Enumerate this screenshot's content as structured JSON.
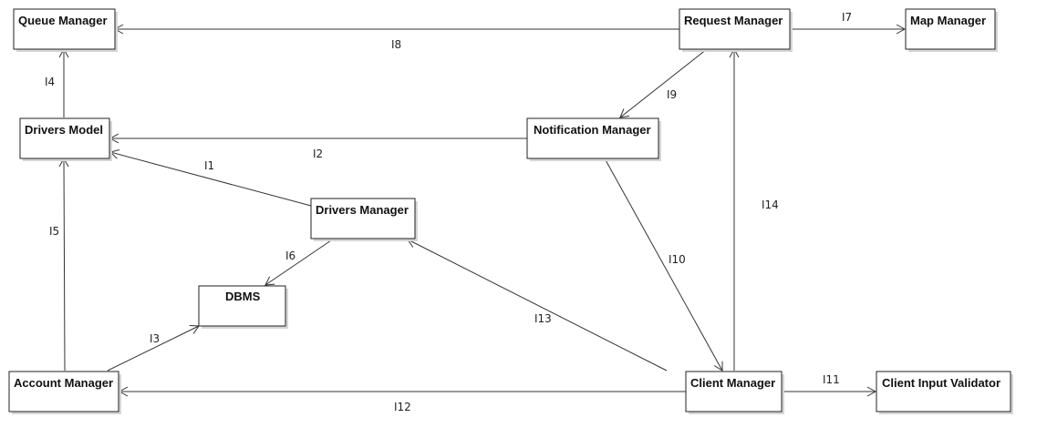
{
  "components": {
    "queue_manager": "Queue Manager",
    "request_manager": "Request Manager",
    "map_manager": "Map Manager",
    "drivers_model": "Drivers Model",
    "notification_manager": "Notification Manager",
    "drivers_manager": "Drivers Manager",
    "dbms": "DBMS",
    "account_manager": "Account Manager",
    "client_manager": "Client Manager",
    "client_input_validator": "Client Input Validator"
  },
  "interfaces": {
    "i1": "I1",
    "i2": "I2",
    "i3": "I3",
    "i4": "I4",
    "i5": "I5",
    "i6": "I6",
    "i7": "I7",
    "i8": "I8",
    "i9": "I9",
    "i10": "I10",
    "i11": "I11",
    "i12": "I12",
    "i13": "I13",
    "i14": "I14"
  },
  "colors": {
    "stroke": "#222222",
    "shadow": "#d6d6d6",
    "background": "#ffffff"
  }
}
